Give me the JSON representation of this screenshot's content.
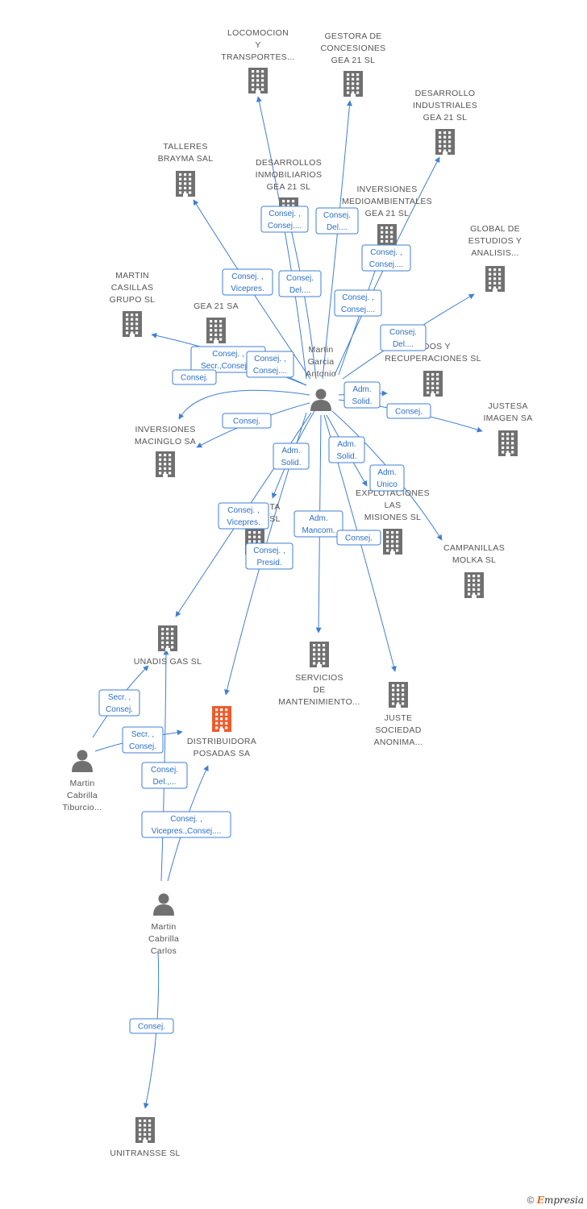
{
  "colors": {
    "accent": "#3f7fd6",
    "building": "#707070",
    "highlight": "#f05a2a",
    "person": "#707070"
  },
  "nodes": [
    {
      "id": "locomocion",
      "type": "company",
      "label": [
        "LOCOMOCION",
        "Y",
        "TRANSPORTES..."
      ]
    },
    {
      "id": "gestora",
      "type": "company",
      "label": [
        "GESTORA DE",
        "CONCESIONES",
        "GEA 21 SL"
      ]
    },
    {
      "id": "desarrollo_ind",
      "type": "company",
      "label": [
        "DESARROLLO",
        "INDUSTRIALES",
        "GEA 21 SL"
      ]
    },
    {
      "id": "talleres",
      "type": "company",
      "label": [
        "TALLERES",
        "BRAYMA SAL"
      ]
    },
    {
      "id": "desarrollos_inm",
      "type": "company",
      "label": [
        "DESARROLLOS",
        "INMOBILIARIOS",
        "GEA 21 SL"
      ]
    },
    {
      "id": "inversiones_med",
      "type": "company",
      "label": [
        "INVERSIONES",
        "MEDIOAMBIENTALES",
        "GEA 21 SL"
      ]
    },
    {
      "id": "global",
      "type": "company",
      "label": [
        "GLOBAL DE",
        "ESTUDIOS Y",
        "ANALISIS..."
      ]
    },
    {
      "id": "martin_casillas",
      "type": "company",
      "label": [
        "MARTIN",
        "CASILLAS",
        "GRUPO SL"
      ]
    },
    {
      "id": "gea21",
      "type": "company",
      "label": [
        "GEA 21 SA"
      ]
    },
    {
      "id": "reciclados",
      "type": "company",
      "label": [
        "...DOS Y",
        "RECUPERACIONES SL"
      ]
    },
    {
      "id": "justesa",
      "type": "company",
      "label": [
        "JUSTESA",
        "IMAGEN SA"
      ]
    },
    {
      "id": "inversiones_mac",
      "type": "company",
      "label": [
        "INVERSIONES",
        "MACINGLO SA"
      ]
    },
    {
      "id": "explotaciones",
      "type": "company",
      "label": [
        "EXPLOTACIONES",
        "LAS",
        "MISIONES SL"
      ]
    },
    {
      "id": "hidden_sl",
      "type": "company",
      "label": [
        "TA",
        "SL"
      ]
    },
    {
      "id": "campanillas",
      "type": "company",
      "label": [
        "CAMPANILLAS",
        "MOLKA SL"
      ]
    },
    {
      "id": "unadis",
      "type": "company",
      "label": [
        "UNADIS GAS SL"
      ]
    },
    {
      "id": "servicios",
      "type": "company",
      "label": [
        "SERVICIOS",
        "DE",
        "MANTENIMIENTO..."
      ]
    },
    {
      "id": "juste",
      "type": "company",
      "label": [
        "JUSTE",
        "SOCIEDAD",
        "ANONIMA..."
      ]
    },
    {
      "id": "distribuidora",
      "type": "company",
      "highlight": true,
      "label": [
        "DISTRIBUIDORA",
        "POSADAS SA"
      ]
    },
    {
      "id": "unitransse",
      "type": "company",
      "label": [
        "UNITRANSSE SL"
      ]
    },
    {
      "id": "martin_antonio",
      "type": "person",
      "label": [
        "Martin",
        "Garcia",
        "Antonio"
      ]
    },
    {
      "id": "martin_tiburcio",
      "type": "person",
      "label": [
        "Martin",
        "Cabrilla",
        "Tiburcio..."
      ]
    },
    {
      "id": "martin_carlos",
      "type": "person",
      "label": [
        "Martin",
        "Cabrilla",
        "Carlos"
      ]
    }
  ],
  "relations": [
    {
      "id": "r_desarrollos",
      "label": [
        "Consej. ,",
        "Consej...."
      ]
    },
    {
      "id": "r_gestora",
      "label": [
        "Consej.",
        "Del...."
      ]
    },
    {
      "id": "r_inv_med",
      "label": [
        "Consej. ,",
        "Consej...."
      ]
    },
    {
      "id": "r_talleres",
      "label": [
        "Consej. ,",
        "Vicepres."
      ]
    },
    {
      "id": "r_locomocion",
      "label": [
        "Consej.",
        "Del...."
      ]
    },
    {
      "id": "r_desarrollo_ind",
      "label": [
        "Consej. ,",
        "Consej...."
      ]
    },
    {
      "id": "r_global",
      "label": [
        "Consej.",
        "Del...."
      ]
    },
    {
      "id": "r_gea21_a",
      "label": [
        "Consej. ,",
        "Secr.,Consej...."
      ]
    },
    {
      "id": "r_gea21_b",
      "label": [
        "Consej. ,",
        "Consej...."
      ]
    },
    {
      "id": "r_martin_casillas",
      "label": [
        "Consej."
      ]
    },
    {
      "id": "r_reciclados",
      "label": [
        "Adm.",
        "Solid."
      ]
    },
    {
      "id": "r_justesa",
      "label": [
        "Consej."
      ]
    },
    {
      "id": "r_inv_mac",
      "label": [
        "Consej."
      ]
    },
    {
      "id": "r_hidden_sl",
      "label": [
        "Adm.",
        "Solid."
      ]
    },
    {
      "id": "r_explotaciones",
      "label": [
        "Adm.",
        "Solid."
      ]
    },
    {
      "id": "r_campanillas",
      "label": [
        "Adm.",
        "Unico"
      ]
    },
    {
      "id": "r_unadis",
      "label": [
        "Consej. ,",
        "Vicepres."
      ]
    },
    {
      "id": "r_servicios",
      "label": [
        "Adm.",
        "Mancom."
      ]
    },
    {
      "id": "r_juste",
      "label": [
        "Consej."
      ]
    },
    {
      "id": "r_distribuidora",
      "label": [
        "Consej. ,",
        "Presid."
      ]
    },
    {
      "id": "r_tib_unadis",
      "label": [
        "Secr. ,",
        "Consej."
      ]
    },
    {
      "id": "r_tib_distrib",
      "label": [
        "Secr. ,",
        "Consej."
      ]
    },
    {
      "id": "r_car_unadis",
      "label": [
        "Consej.",
        "Del.,..."
      ]
    },
    {
      "id": "r_car_distrib",
      "label": [
        "Consej. ,",
        "Vicepres.,Consej...."
      ]
    },
    {
      "id": "r_car_unitransse",
      "label": [
        "Consej."
      ]
    }
  ],
  "footer": {
    "copyright": "©",
    "brand_initial": "E",
    "brand_rest": "mpresia"
  }
}
